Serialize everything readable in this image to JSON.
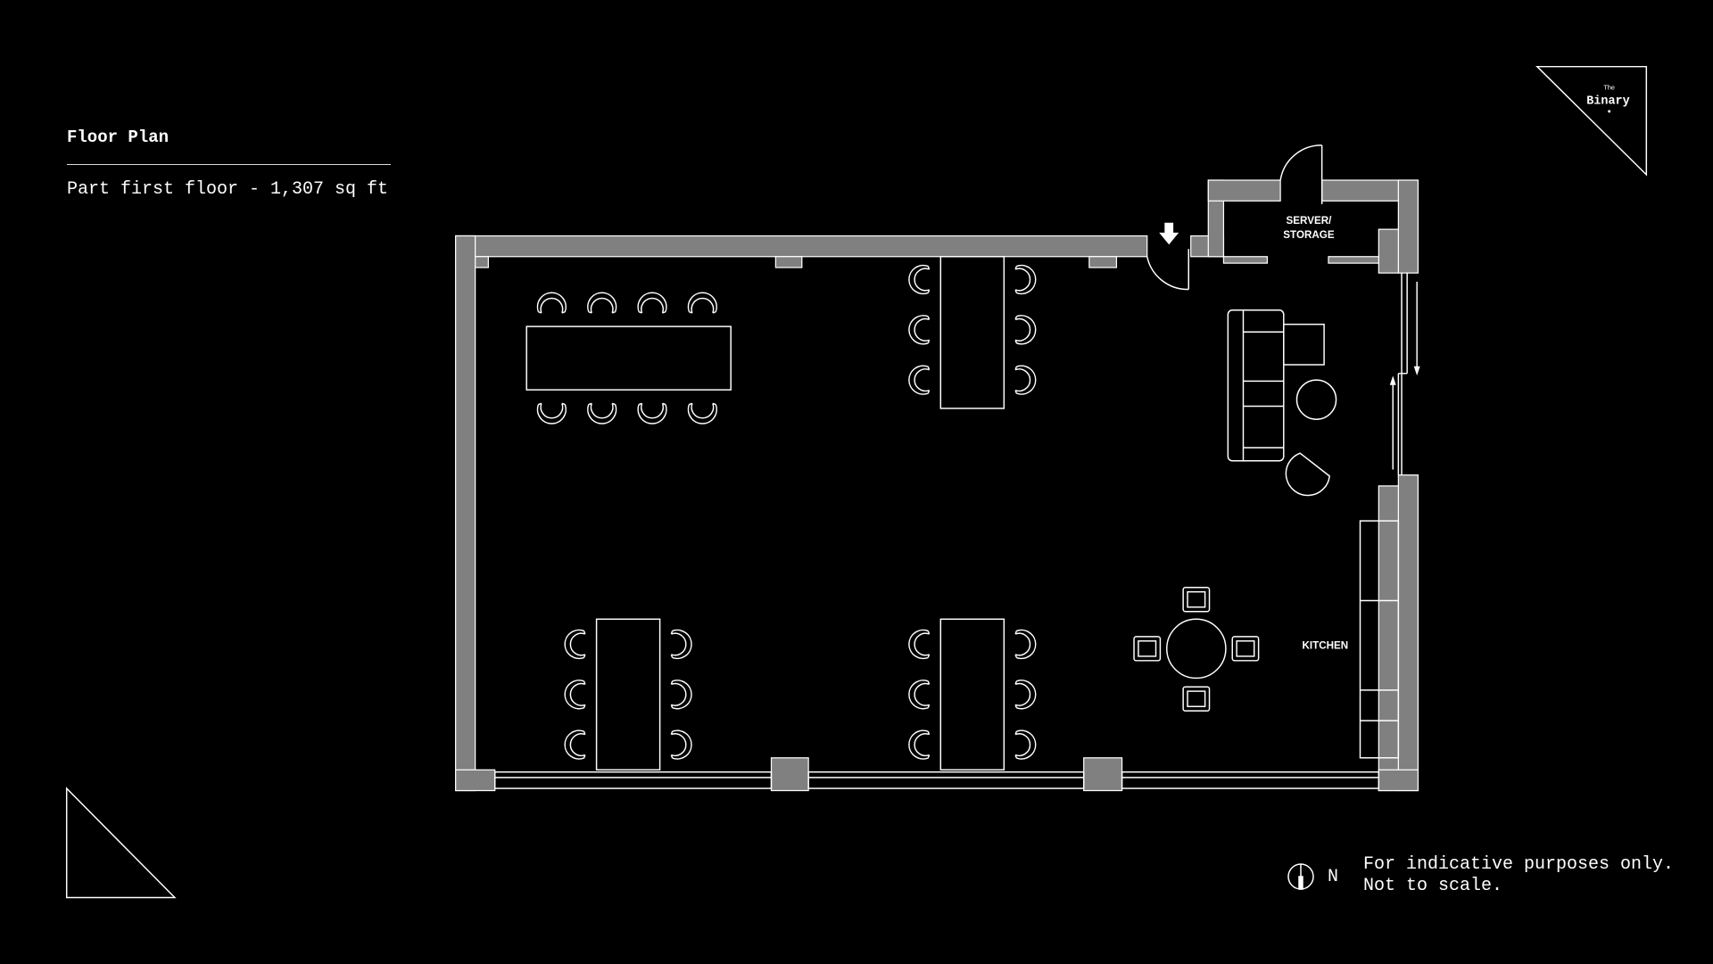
{
  "header": {
    "title": "Floor Plan",
    "subtitle": "Part first floor - 1,307 sq ft"
  },
  "logo": {
    "small": "The",
    "name": "Binary"
  },
  "plan": {
    "rooms": {
      "server": [
        "SERVER/",
        "STORAGE"
      ],
      "kitchen": "KITCHEN"
    },
    "wall_color": "#808080",
    "line_color": "#ffffff"
  },
  "footer": {
    "north_label": "N",
    "note_line1": "For indicative purposes only.",
    "note_line2": "Not to scale."
  }
}
